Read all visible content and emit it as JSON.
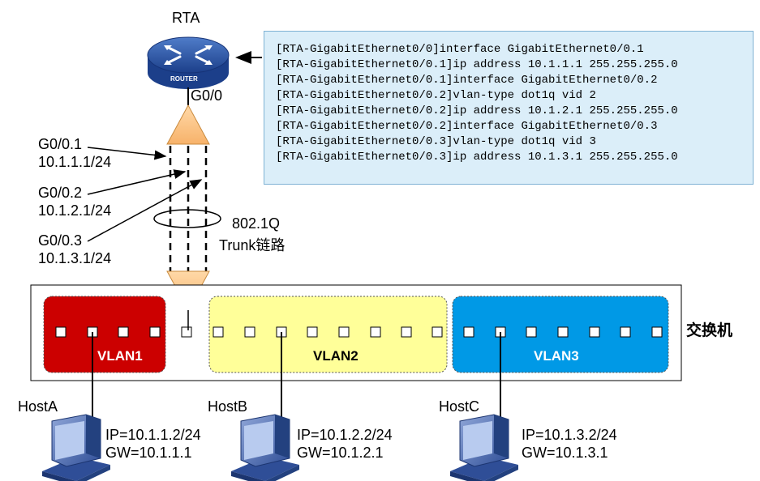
{
  "router": {
    "name": "RTA",
    "badge": "ROUTER",
    "interface": "G0/0"
  },
  "subinterfaces": [
    {
      "name": "G0/0.1",
      "ip": "10.1.1.1/24"
    },
    {
      "name": "G0/0.2",
      "ip": "10.1.2.1/24"
    },
    {
      "name": "G0/0.3",
      "ip": "10.1.3.1/24"
    }
  ],
  "trunk": {
    "line1": "802.1Q",
    "line2": "Trunk链路"
  },
  "switch": {
    "label": "交换机"
  },
  "vlans": [
    {
      "name": "VLAN1",
      "color": "#cc0000"
    },
    {
      "name": "VLAN2",
      "color": "#ffff99"
    },
    {
      "name": "VLAN3",
      "color": "#0099e6"
    }
  ],
  "hosts": [
    {
      "name": "HostA",
      "ip": "IP=10.1.1.2/24",
      "gw": "GW=10.1.1.1"
    },
    {
      "name": "HostB",
      "ip": "IP=10.1.2.2/24",
      "gw": "GW=10.1.2.1"
    },
    {
      "name": "HostC",
      "ip": "IP=10.1.3.2/24",
      "gw": "GW=10.1.3.1"
    }
  ],
  "config_lines": [
    "[RTA-GigabitEthernet0/0]interface GigabitEthernet0/0.1",
    "[RTA-GigabitEthernet0/0.1]ip address 10.1.1.1 255.255.255.0",
    "[RTA-GigabitEthernet0/0.1]interface GigabitEthernet0/0.2",
    "[RTA-GigabitEthernet0/0.2]vlan-type dot1q vid 2",
    "[RTA-GigabitEthernet0/0.2]ip address 10.1.2.1 255.255.255.0",
    "[RTA-GigabitEthernet0/0.2]interface GigabitEthernet0/0.3",
    "[RTA-GigabitEthernet0/0.3]vlan-type dot1q vid 3",
    "[RTA-GigabitEthernet0/0.3]ip address 10.1.3.1 255.255.255.0"
  ]
}
